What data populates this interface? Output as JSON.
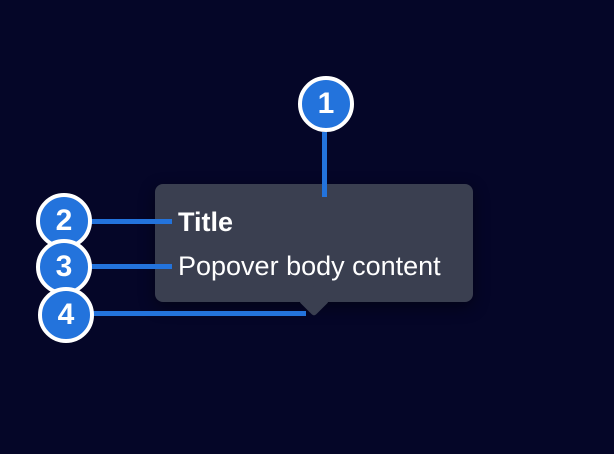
{
  "diagram": {
    "popover": {
      "title": "Title",
      "body": "Popover body content"
    },
    "callouts": [
      {
        "number": "1"
      },
      {
        "number": "2"
      },
      {
        "number": "3"
      },
      {
        "number": "4"
      }
    ]
  },
  "colors": {
    "background": "#050628",
    "accent_blue": "#2373dc",
    "popover_surface": "#3a3f50",
    "text": "#ffffff",
    "badge_ring": "#ffffff"
  }
}
